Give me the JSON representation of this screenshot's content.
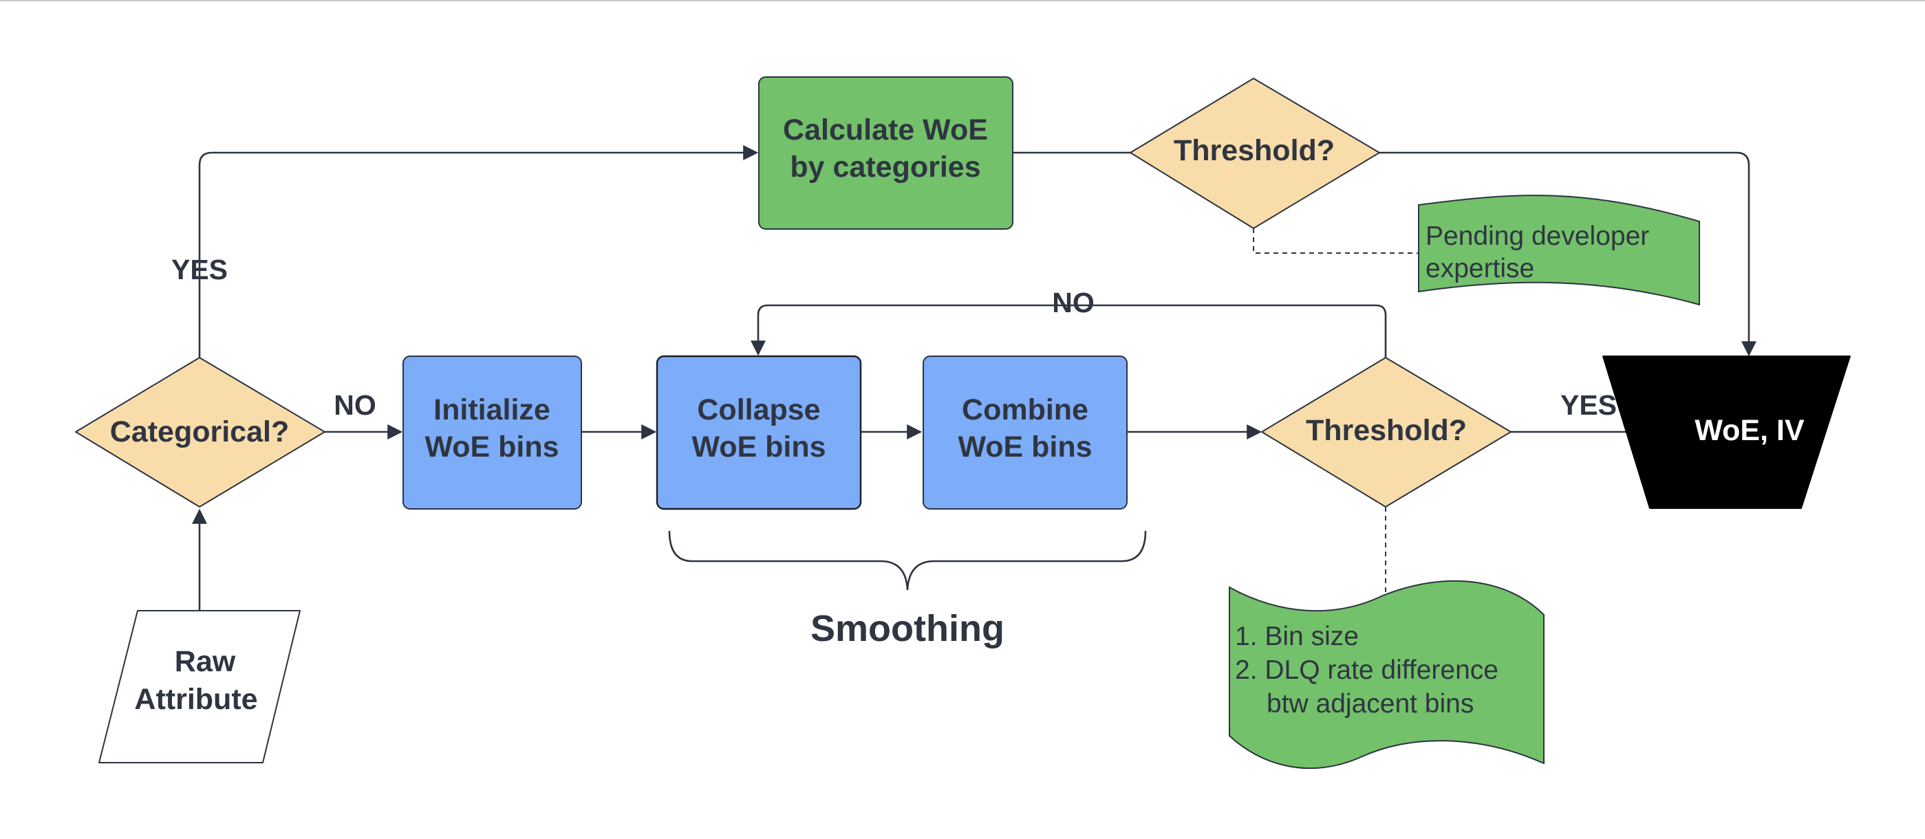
{
  "colors": {
    "decision_fill": "#f8dca9",
    "process_green": "#73c16a",
    "process_blue": "#7dacf8",
    "output_fill": "#000000",
    "input_fill": "#ffffff",
    "note_green": "#73c16a",
    "stroke": "#2d3340"
  },
  "nodes": {
    "categorical": "Categorical?",
    "calculate_line1": "Calculate WoE",
    "calculate_line2": "by categories",
    "threshold_top": "Threshold?",
    "initialize_line1": "Initialize",
    "initialize_line2": "WoE bins",
    "collapse_line1": "Collapse",
    "collapse_line2": "WoE bins",
    "combine_line1": "Combine",
    "combine_line2": "WoE bins",
    "threshold_mid": "Threshold?",
    "output": "WoE, IV",
    "raw_line1": "Raw",
    "raw_line2": "Attribute"
  },
  "edge_labels": {
    "categorical_yes": "YES",
    "categorical_no": "NO",
    "threshold_no": "NO",
    "threshold_yes": "YES"
  },
  "group": {
    "smoothing": "Smoothing"
  },
  "notes": {
    "pending_line1": "Pending developer",
    "pending_line2": "expertise",
    "criteria_line1": "1. Bin size",
    "criteria_line2": "2. DLQ rate difference",
    "criteria_line3": "btw adjacent bins"
  }
}
